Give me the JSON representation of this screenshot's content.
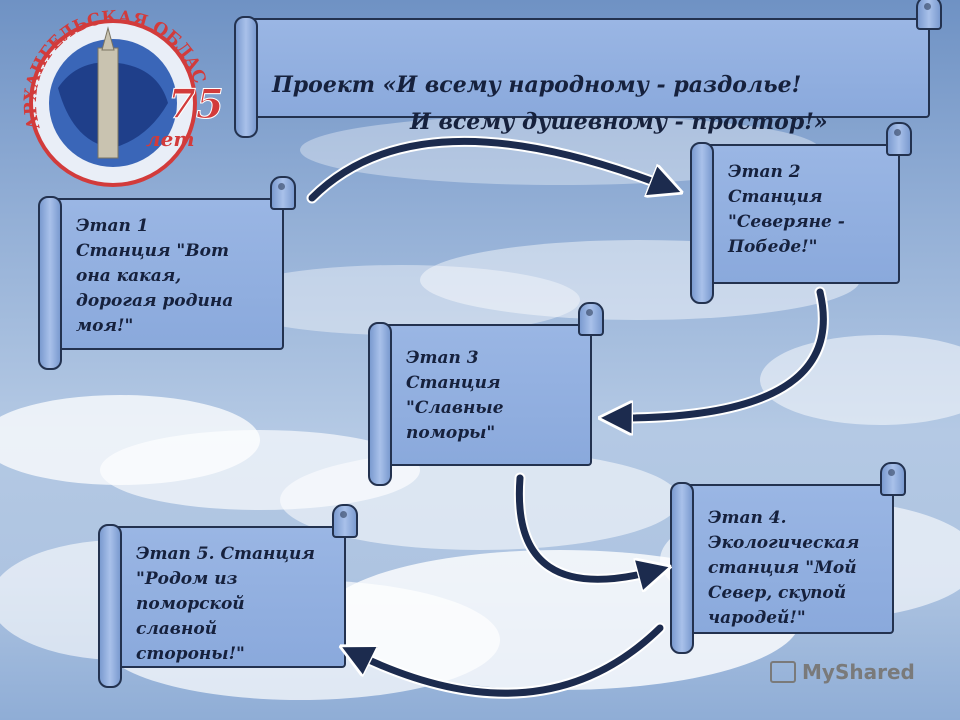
{
  "title": {
    "line1": "Проект «И всему народному - раздолье!",
    "line2": "И всему душевному - простор!»"
  },
  "emblem": {
    "ring_text": "АРХАНГЕЛЬСКАЯ ОБЛАСТЬ",
    "number": "75",
    "unit": "лет"
  },
  "stages": [
    {
      "text": "Этап 1\nСтанция \"Вот\nона какая,\nдорогая родина\nмоя!\""
    },
    {
      "text": "Этап 2\nСтанция\n\"Северяне -\nПобеде!\""
    },
    {
      "text": "Этап 3\nСтанция\n\"Славные\nпоморы\""
    },
    {
      "text": "Этап 4.\nЭкологическая\nстанция \"Мой\nСевер, скупой\nчародей!\""
    },
    {
      "text": "Этап 5. Станция\n\"Родом из\nпоморской\nславной\nстороны!\""
    }
  ],
  "watermark": "MyShared",
  "colors": {
    "scroll": "#8aa9dc",
    "outline": "#23324f",
    "arrow": "#1c2b4e"
  }
}
